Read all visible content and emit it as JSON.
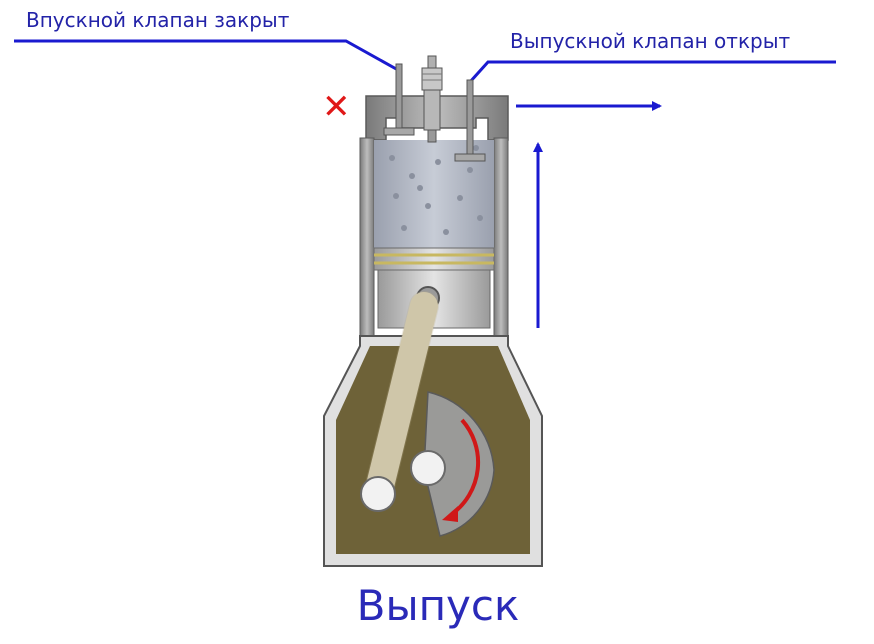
{
  "labels": {
    "intake_valve": "Впускной клапан закрыт",
    "exhaust_valve": "Выпускной клапан открыт",
    "stroke_name": "Выпуск",
    "closed_mark": "✕"
  },
  "colors": {
    "label_text": "#2323a8",
    "leader_line": "#1a1ad0",
    "flow_arrow": "#1a1ad0",
    "closed_mark": "#e01818",
    "stroke_name": "#2a2ab8",
    "cylinder_wall": "#8a8a8a",
    "piston": "#c8c8c8",
    "gas": "#b0b6c4",
    "crankcase_oil": "#6e6238",
    "connecting_rod": "#d8cfb4",
    "rotation_arrow": "#d01818"
  },
  "icons": {
    "closed_mark": "cross-icon",
    "spark_plug": "spark-plug-icon"
  }
}
